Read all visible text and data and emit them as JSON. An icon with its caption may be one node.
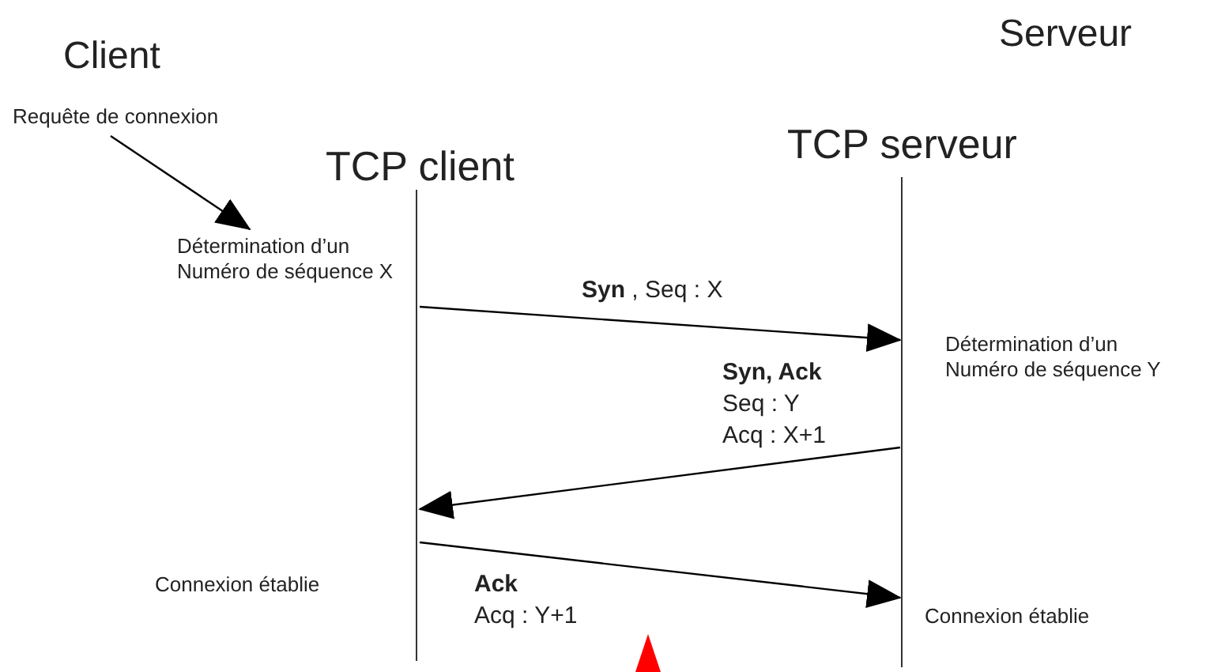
{
  "diagram": {
    "nodes": [
      {
        "text": [
          "Requête de connexion"
        ]
      },
      {
        "text": [
          "Détermination d’un Numéro de séquence X"
        ]
      },
      {
        "text": [
          "TCP client"
        ]
      },
      {
        "text": [
          "TCP serveur"
        ]
      }
    ],
    "edges": [
      {
        "from": 0,
        "to": 1,
        "arrow": "to"
      },
      {
        "from": 2,
        "to": 3,
        "arrow": "to",
        "label": "**Syn** , Seq : X"
      },
      {
        "from": 3,
        "to": 2,
        "arrow": "to",
        "label": "**Syn, Ack** Seq : Y Acq : X+1"
      },
      {
        "from": 2,
        "to": 3,
        "arrow": "to",
        "label": "**Ack** Acq : Y+1"
      }
    ],
    "labels": [
      "Client",
      "Serveur",
      "Détermination d’un Numéro de séquence Y",
      "Connexion établie",
      "Connexion établie"
    ]
  }
}
